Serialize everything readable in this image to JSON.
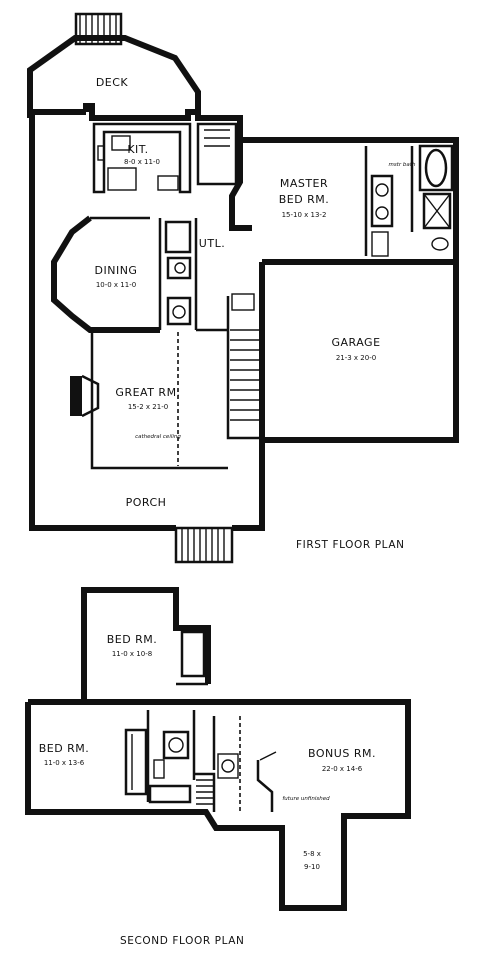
{
  "first_floor": {
    "title": "FIRST FLOOR PLAN",
    "rooms": {
      "deck": {
        "label": "DECK"
      },
      "kitchen": {
        "label": "KIT.",
        "dims": "8-0 x 11-0"
      },
      "master": {
        "label1": "MASTER",
        "label2": "BED RM.",
        "dims": "15-10 x 13-2"
      },
      "utility": {
        "label": "UTL."
      },
      "dining": {
        "label": "DINING",
        "dims": "10-0 x 11-0"
      },
      "garage": {
        "label": "GARAGE",
        "dims": "21-3 x 20-0"
      },
      "great": {
        "label": "GREAT RM.",
        "dims": "15-2 x 21-0",
        "note": "cathedral ceiling"
      },
      "porch": {
        "label": "PORCH"
      }
    }
  },
  "second_floor": {
    "title": "SECOND FLOOR PLAN",
    "rooms": {
      "bed_upper": {
        "label": "BED RM.",
        "dims": "11-0 x 10-8"
      },
      "bed_left": {
        "label": "BED RM.",
        "dims": "11-0 x 13-6"
      },
      "bonus": {
        "label": "BONUS RM.",
        "dims": "22-0 x 14-6",
        "note": "future unfinished"
      },
      "annex": {
        "dims1": "5-8 x",
        "dims2": "9-10"
      }
    }
  }
}
